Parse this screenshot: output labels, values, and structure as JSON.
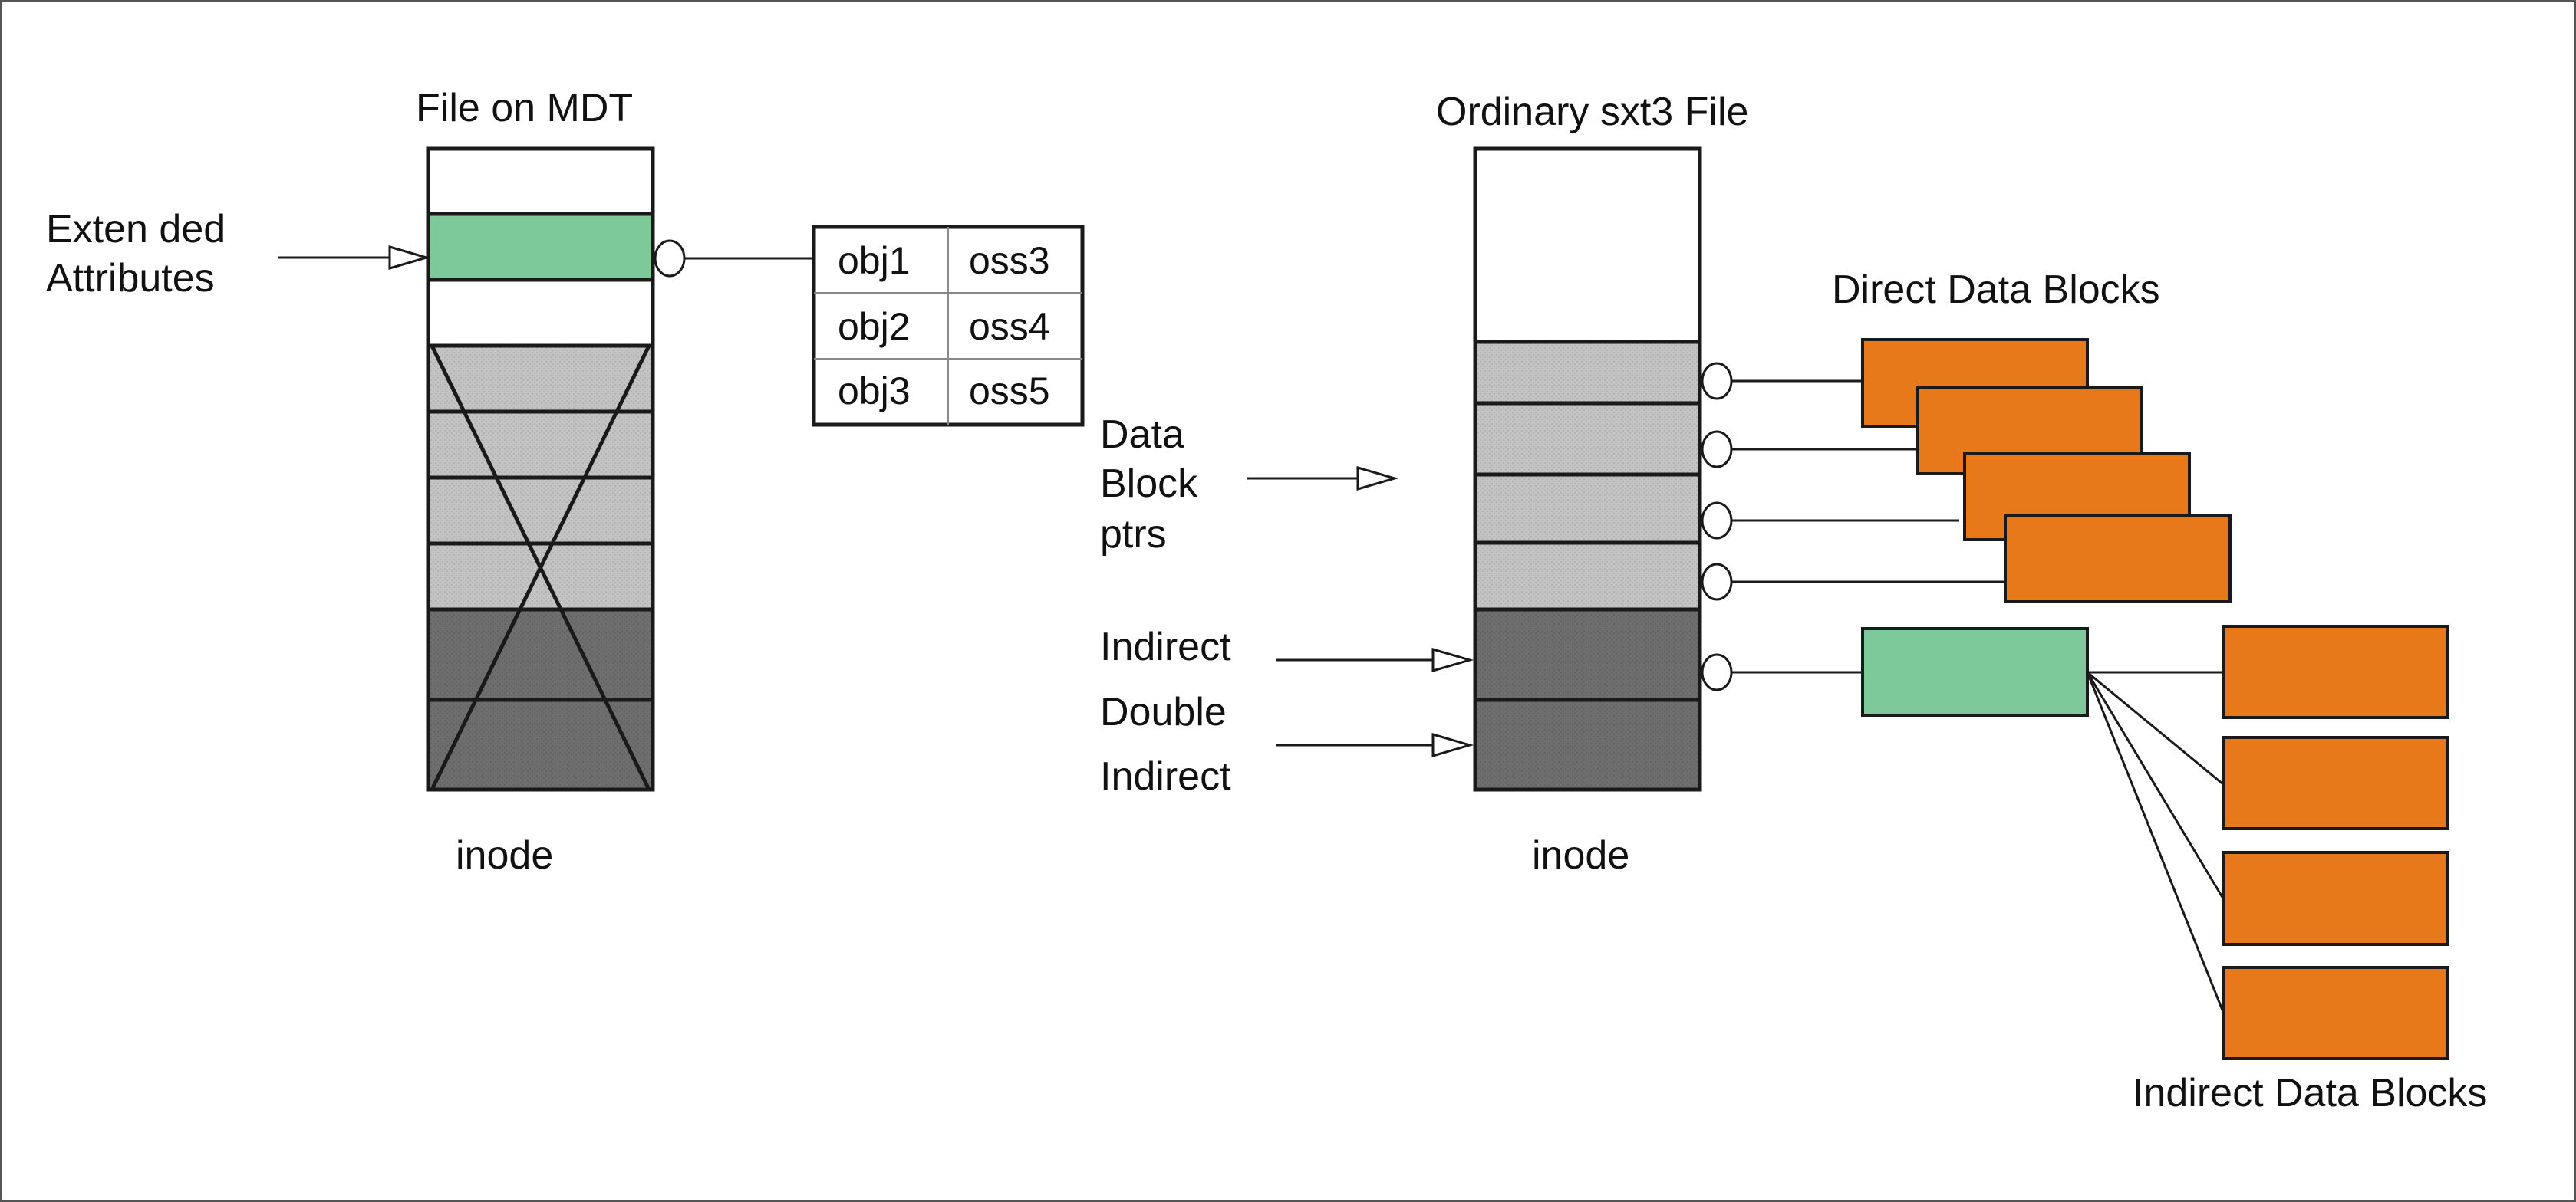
{
  "mdt_file": {
    "title": "File on MDT",
    "ea_label_line1": "Exten ded",
    "ea_label_line2": "Attributes",
    "inode_label": "inode",
    "ea_table": [
      {
        "obj": "obj1",
        "oss": "oss3"
      },
      {
        "obj": "obj2",
        "oss": "oss4"
      },
      {
        "obj": "obj3",
        "oss": "oss5"
      }
    ]
  },
  "ext3_file": {
    "title": "Ordinary sxt3 File",
    "data_block_ptrs_line1": "Data",
    "data_block_ptrs_line2": "Block",
    "data_block_ptrs_line3": "ptrs",
    "indirect_label": "Indirect",
    "double_label": "Double",
    "double_indirect_label": "Indirect",
    "inode_label": "inode",
    "direct_blocks_label": "Direct Data Blocks",
    "indirect_blocks_label": "Indirect Data Blocks"
  },
  "colors": {
    "ea_green": "#7ec99a",
    "light_gray": "#c3c3c3",
    "dark_gray": "#6e6e6e",
    "data_orange": "#e8791b",
    "outline": "#1a1a1a"
  }
}
